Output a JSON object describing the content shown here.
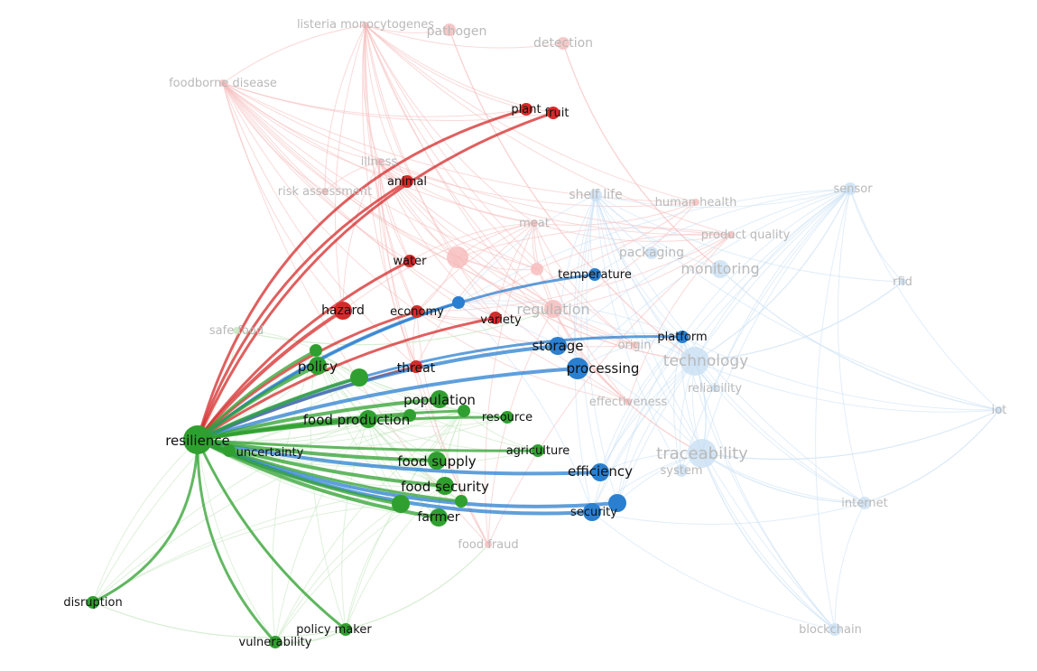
{
  "colors": {
    "red": "#d62a2a",
    "green": "#2fa02f",
    "blue": "#2a7fd0",
    "red_faded": "#f6baba",
    "green_faded": "#c3e6bd",
    "blue_faded": "#c9e0f4",
    "label_dark": "#111111",
    "label_faded": "#b9b9b9"
  },
  "network": {
    "focus": "resilience",
    "nodes": [
      {
        "id": "listeria",
        "label": "listeria monocytogenes",
        "cluster": "red",
        "hl": false,
        "w": 1
      },
      {
        "id": "pathogen",
        "label": "pathogen",
        "cluster": "red",
        "hl": false,
        "w": 2
      },
      {
        "id": "detection",
        "label": "detection",
        "cluster": "red",
        "hl": false,
        "w": 2
      },
      {
        "id": "foodborne",
        "label": "foodborne disease",
        "cluster": "red",
        "hl": false,
        "w": 1
      },
      {
        "id": "plant",
        "label": "plant",
        "cluster": "red",
        "hl": true,
        "w": 2
      },
      {
        "id": "fruit",
        "label": "fruit",
        "cluster": "red",
        "hl": true,
        "w": 2
      },
      {
        "id": "illness",
        "label": "illness",
        "cluster": "red",
        "hl": false,
        "w": 1
      },
      {
        "id": "animal",
        "label": "animal",
        "cluster": "red",
        "hl": true,
        "w": 2
      },
      {
        "id": "riskassess",
        "label": "risk assessment",
        "cluster": "red",
        "hl": false,
        "w": 1
      },
      {
        "id": "meat",
        "label": "meat",
        "cluster": "red",
        "hl": false,
        "w": 1
      },
      {
        "id": "water",
        "label": "water",
        "cluster": "red",
        "hl": true,
        "w": 2
      },
      {
        "id": "hazard",
        "label": "hazard",
        "cluster": "red",
        "hl": true,
        "w": 3
      },
      {
        "id": "economy",
        "label": "economy",
        "cluster": "red",
        "hl": true,
        "w": 2
      },
      {
        "id": "variety",
        "label": "variety",
        "cluster": "red",
        "hl": true,
        "w": 2
      },
      {
        "id": "threat",
        "label": "threat",
        "cluster": "red",
        "hl": true,
        "w": 2
      },
      {
        "id": "regulation",
        "label": "regulation",
        "cluster": "red",
        "hl": false,
        "w": 3
      },
      {
        "id": "origin",
        "label": "origin",
        "cluster": "red",
        "hl": false,
        "w": 1
      },
      {
        "id": "humanhealth",
        "label": "human health",
        "cluster": "red",
        "hl": false,
        "w": 1
      },
      {
        "id": "productquality",
        "label": "product quality",
        "cluster": "red",
        "hl": false,
        "w": 1
      },
      {
        "id": "effectiveness",
        "label": "effectiveness",
        "cluster": "red",
        "hl": false,
        "w": 1
      },
      {
        "id": "foodfraud",
        "label": "food fraud",
        "cluster": "red",
        "hl": false,
        "w": 1
      },
      {
        "id": "redhub1",
        "label": "",
        "cluster": "red",
        "hl": false,
        "w": 4
      },
      {
        "id": "redhub2",
        "label": "",
        "cluster": "red",
        "hl": false,
        "w": 2
      },
      {
        "id": "shelflife",
        "label": "shelf life",
        "cluster": "blue",
        "hl": false,
        "w": 2
      },
      {
        "id": "packaging",
        "label": "packaging",
        "cluster": "blue",
        "hl": false,
        "w": 2
      },
      {
        "id": "monitoring",
        "label": "monitoring",
        "cluster": "blue",
        "hl": false,
        "w": 3
      },
      {
        "id": "sensor",
        "label": "sensor",
        "cluster": "blue",
        "hl": false,
        "w": 2
      },
      {
        "id": "rfid",
        "label": "rfid",
        "cluster": "blue",
        "hl": false,
        "w": 1
      },
      {
        "id": "temperature",
        "label": "temperature",
        "cluster": "blue",
        "hl": true,
        "w": 2
      },
      {
        "id": "platform",
        "label": "platform",
        "cluster": "blue",
        "hl": true,
        "w": 2
      },
      {
        "id": "storage",
        "label": "storage",
        "cluster": "blue",
        "hl": true,
        "w": 3
      },
      {
        "id": "processing",
        "label": "processing",
        "cluster": "blue",
        "hl": true,
        "w": 4
      },
      {
        "id": "technology",
        "label": "technology",
        "cluster": "blue",
        "hl": false,
        "w": 5
      },
      {
        "id": "reliability",
        "label": "reliability",
        "cluster": "blue",
        "hl": false,
        "w": 1
      },
      {
        "id": "iot",
        "label": "iot",
        "cluster": "blue",
        "hl": false,
        "w": 1
      },
      {
        "id": "traceability",
        "label": "traceability",
        "cluster": "blue",
        "hl": false,
        "w": 5
      },
      {
        "id": "system",
        "label": "system",
        "cluster": "blue",
        "hl": false,
        "w": 2
      },
      {
        "id": "efficiency",
        "label": "efficiency",
        "cluster": "blue",
        "hl": true,
        "w": 3
      },
      {
        "id": "security",
        "label": "security",
        "cluster": "blue",
        "hl": true,
        "w": 3
      },
      {
        "id": "bluehub",
        "label": "",
        "cluster": "blue",
        "hl": true,
        "w": 3
      },
      {
        "id": "econblue",
        "label": "",
        "cluster": "blue",
        "hl": true,
        "w": 2
      },
      {
        "id": "internet",
        "label": "internet",
        "cluster": "blue",
        "hl": false,
        "w": 2
      },
      {
        "id": "blockchain",
        "label": "blockchain",
        "cluster": "blue",
        "hl": false,
        "w": 2
      },
      {
        "id": "resilience",
        "label": "resilience",
        "cluster": "green",
        "hl": true,
        "w": 5
      },
      {
        "id": "policy",
        "label": "policy",
        "cluster": "green",
        "hl": true,
        "w": 3
      },
      {
        "id": "greenhub",
        "label": "",
        "cluster": "green",
        "hl": true,
        "w": 3
      },
      {
        "id": "policy2",
        "label": "",
        "cluster": "green",
        "hl": true,
        "w": 2
      },
      {
        "id": "safefood",
        "label": "safe food",
        "cluster": "green",
        "hl": false,
        "w": 1
      },
      {
        "id": "population",
        "label": "population",
        "cluster": "green",
        "hl": true,
        "w": 3
      },
      {
        "id": "foodproduction",
        "label": "food production",
        "cluster": "green",
        "hl": true,
        "w": 3
      },
      {
        "id": "fp2",
        "label": "",
        "cluster": "green",
        "hl": true,
        "w": 2
      },
      {
        "id": "resource",
        "label": "resource",
        "cluster": "green",
        "hl": true,
        "w": 2
      },
      {
        "id": "res2",
        "label": "",
        "cluster": "green",
        "hl": true,
        "w": 2
      },
      {
        "id": "agriculture",
        "label": "agriculture",
        "cluster": "green",
        "hl": true,
        "w": 2
      },
      {
        "id": "foodsupply",
        "label": "food supply",
        "cluster": "green",
        "hl": true,
        "w": 3
      },
      {
        "id": "foodsecurity",
        "label": "food security",
        "cluster": "green",
        "hl": true,
        "w": 3
      },
      {
        "id": "fs2",
        "label": "",
        "cluster": "green",
        "hl": true,
        "w": 2
      },
      {
        "id": "farmer",
        "label": "farmer",
        "cluster": "green",
        "hl": true,
        "w": 3
      },
      {
        "id": "farmer2",
        "label": "",
        "cluster": "green",
        "hl": true,
        "w": 3
      },
      {
        "id": "uncertainty",
        "label": "uncertainty",
        "cluster": "green",
        "hl": true,
        "w": 2
      },
      {
        "id": "disruption",
        "label": "disruption",
        "cluster": "green",
        "hl": true,
        "w": 2
      },
      {
        "id": "vulnerability",
        "label": "vulnerability",
        "cluster": "green",
        "hl": true,
        "w": 2
      },
      {
        "id": "policymaker",
        "label": "policy maker",
        "cluster": "green",
        "hl": true,
        "w": 2
      }
    ]
  }
}
